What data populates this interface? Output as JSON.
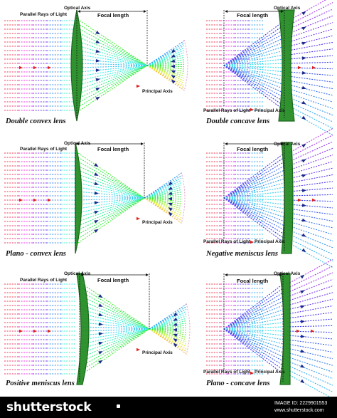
{
  "panels": [
    {
      "caption": "Double convex lens",
      "optical_axis": "Optical Axis",
      "focal_length": "Focal length",
      "parallel_rays": "Parallel Rays of Light",
      "principal_axis": "Principal Axis"
    },
    {
      "caption": "Double concave lens",
      "optical_axis": "Optical Axis",
      "focal_length": "Focal length",
      "parallel_rays": "Parallel Rays of Light",
      "principal_axis": "Principal Axis"
    },
    {
      "caption": "Plano - convex lens",
      "optical_axis": "Optical Axis",
      "focal_length": "Focal length",
      "parallel_rays": "Parallel Rays of Light",
      "principal_axis": "Principal Axis"
    },
    {
      "caption": "Negative meniscus lens",
      "optical_axis": "Optical Axis",
      "focal_length": "Focal length",
      "parallel_rays": "Parallel Rays of Light",
      "principal_axis": "Principal Axis"
    },
    {
      "caption": "Positive meniscus lens",
      "optical_axis": "Optical Axis",
      "focal_length": "Focal length",
      "parallel_rays": "Parallel Rays of Light",
      "principal_axis": "Principal Axis"
    },
    {
      "caption": "Plano - concave lens",
      "optical_axis": "Optical Axis",
      "focal_length": "Focal length",
      "parallel_rays": "Parallel Rays of Light",
      "principal_axis": "Principal Axis"
    }
  ],
  "footer": {
    "logo": "shutterstock",
    "image_id": "IMAGE ID: 2229901553",
    "site": "www.shutterstock.com"
  },
  "colors": {
    "lens": "#1f8a1f",
    "lens_dark": "#0d5a0d",
    "arrow_red": "#e0201b",
    "arrow_blue": "#1a2a8a",
    "footer_bg": "#000000"
  }
}
